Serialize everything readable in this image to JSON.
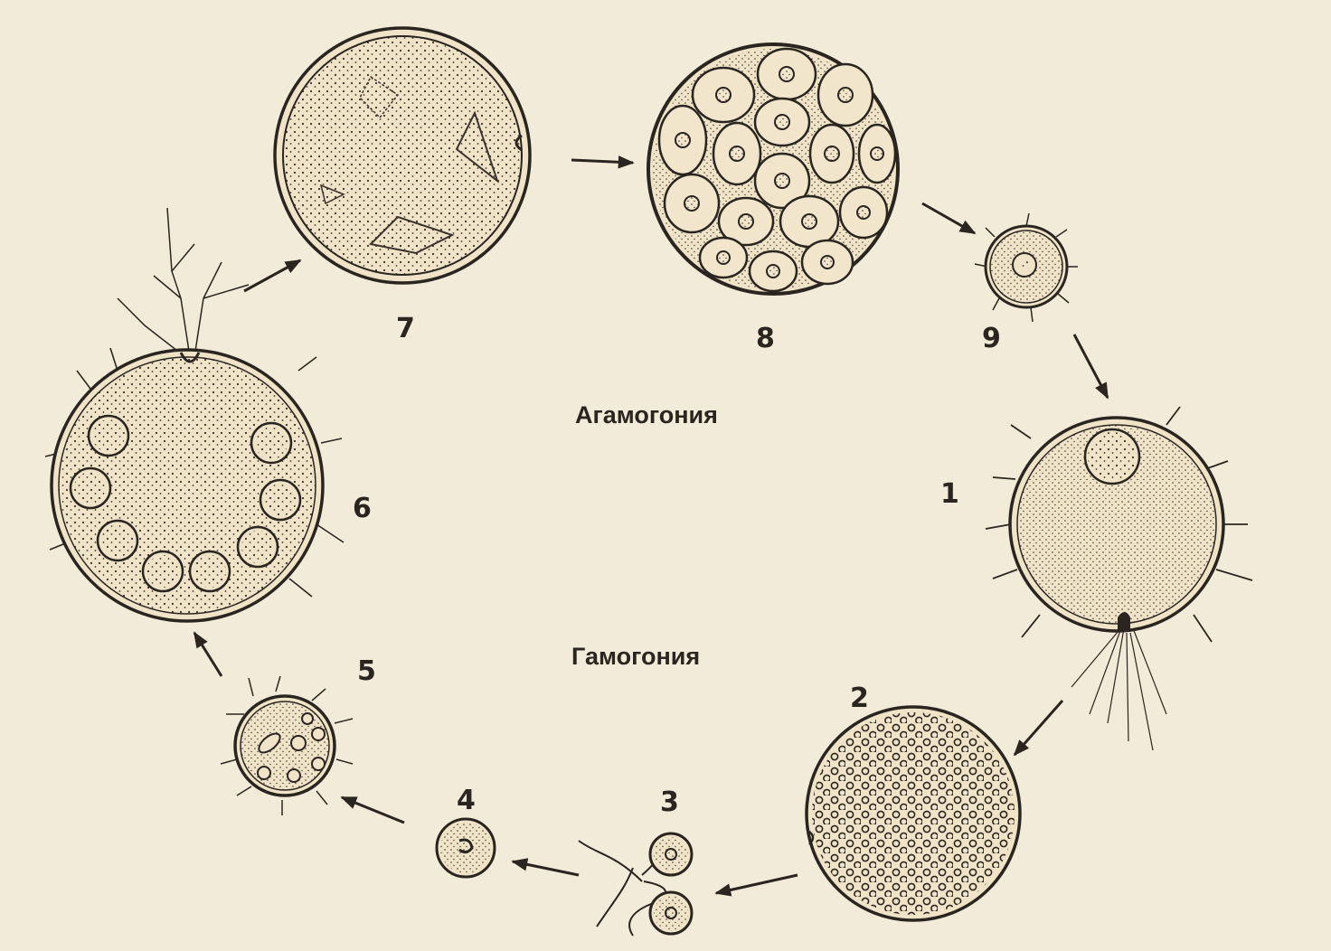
{
  "phases": {
    "agamogony": "Агамогония",
    "gamogony": "Гамогония"
  },
  "stages": [
    {
      "id": "1",
      "label": "1"
    },
    {
      "id": "2",
      "label": "2"
    },
    {
      "id": "3",
      "label": "3"
    },
    {
      "id": "4",
      "label": "4"
    },
    {
      "id": "5",
      "label": "5"
    },
    {
      "id": "6",
      "label": "6"
    },
    {
      "id": "7",
      "label": "7"
    },
    {
      "id": "8",
      "label": "8"
    },
    {
      "id": "9",
      "label": "9"
    }
  ],
  "colors": {
    "paper": "#f3ebd9",
    "ink": "#2a251f",
    "cell_fill": "#efe3c8"
  }
}
